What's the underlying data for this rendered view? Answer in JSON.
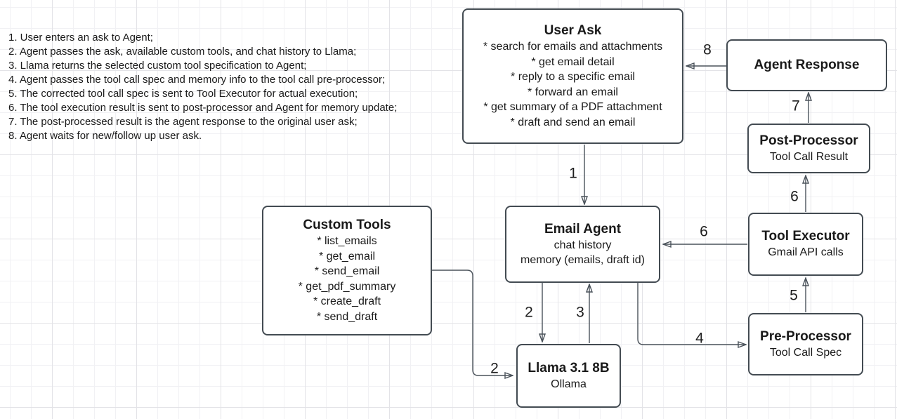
{
  "notes": {
    "items": [
      "1. User enters an ask to Agent;",
      "2. Agent passes the ask, available custom tools, and chat history to Llama;",
      "3. Llama returns the selected custom tool specification to Agent;",
      "4. Agent passes the tool call spec and memory info to the tool call pre-processor;",
      "5. The corrected tool call spec is sent to Tool Executor for actual execution;",
      "6. The tool execution result is sent to post-processor and Agent for memory update;",
      "7. The post-processed result is the agent response to the original user ask;",
      "8. Agent waits for new/follow up user ask."
    ]
  },
  "nodes": {
    "user_ask": {
      "title": "User Ask",
      "lines": [
        "* search for emails and attachments",
        "* get email detail",
        "* reply to a specific email",
        "* forward an email",
        "* get summary of a PDF attachment",
        "* draft and send an email"
      ]
    },
    "agent_response": {
      "title": "Agent Response"
    },
    "post_processor": {
      "title": "Post-Processor",
      "subtitle": "Tool Call Result"
    },
    "tool_executor": {
      "title": "Tool Executor",
      "subtitle": "Gmail API calls"
    },
    "pre_processor": {
      "title": "Pre-Processor",
      "subtitle": "Tool Call Spec"
    },
    "email_agent": {
      "title": "Email Agent",
      "lines": [
        "chat history",
        "memory (emails, draft id)"
      ]
    },
    "custom_tools": {
      "title": "Custom Tools",
      "lines": [
        "* list_emails",
        "* get_email",
        "* send_email",
        "* get_pdf_summary",
        "* create_draft",
        "* send_draft"
      ]
    },
    "llama": {
      "title": "Llama 3.1 8B",
      "subtitle": "Ollama"
    }
  },
  "edge_labels": {
    "ask_to_agent": "1",
    "agent_to_llama": "2",
    "llama_to_agent": "3",
    "tools_to_llama": "2",
    "agent_to_preprocessor": "4",
    "preprocessor_to_executor": "5",
    "executor_to_agent": "6",
    "executor_to_postprocessor": "6",
    "postprocessor_to_response": "7",
    "response_to_ask": "8"
  },
  "colors": {
    "background": "#ffffff",
    "grid_minor": "#f1f1f4",
    "grid_major": "#e3e3e7",
    "node_border": "#434b52",
    "arrow": "#4a525a",
    "text": "#1a1a1a"
  }
}
